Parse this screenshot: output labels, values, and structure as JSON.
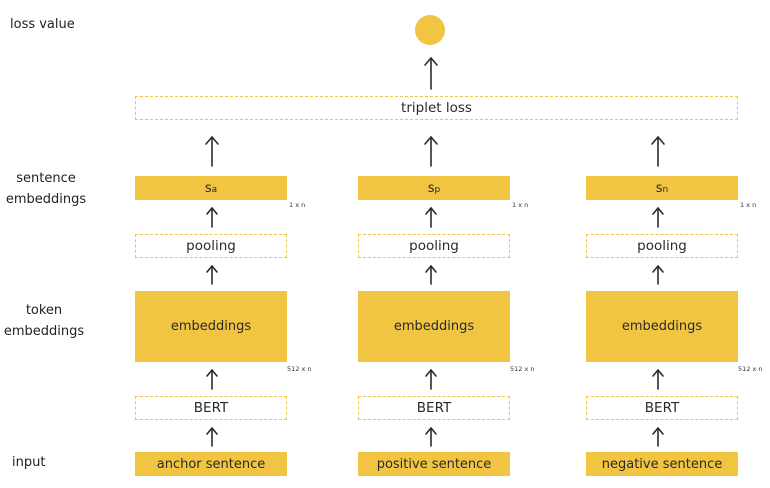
{
  "row_labels": {
    "loss": "loss value",
    "sentence": "sentence embeddings",
    "token": "token embeddings",
    "input": "input"
  },
  "loss_box": "triplet loss",
  "columns": [
    {
      "input": "anchor sentence",
      "bert": "BERT",
      "embed": "embeddings",
      "embed_dim": "512 x n",
      "pool": "pooling",
      "sent_main": "s",
      "sent_sub": "a",
      "sent_dim": "1 x n"
    },
    {
      "input": "positive sentence",
      "bert": "BERT",
      "embed": "embeddings",
      "embed_dim": "512 x n",
      "pool": "pooling",
      "sent_main": "s",
      "sent_sub": "p",
      "sent_dim": "1 x n"
    },
    {
      "input": "negative sentence",
      "bert": "BERT",
      "embed": "embeddings",
      "embed_dim": "512 x n",
      "pool": "pooling",
      "sent_main": "s",
      "sent_sub": "n",
      "sent_dim": "1 x n"
    }
  ],
  "colors": {
    "accent": "#f1c541",
    "arrow": "#2b2b2b"
  }
}
